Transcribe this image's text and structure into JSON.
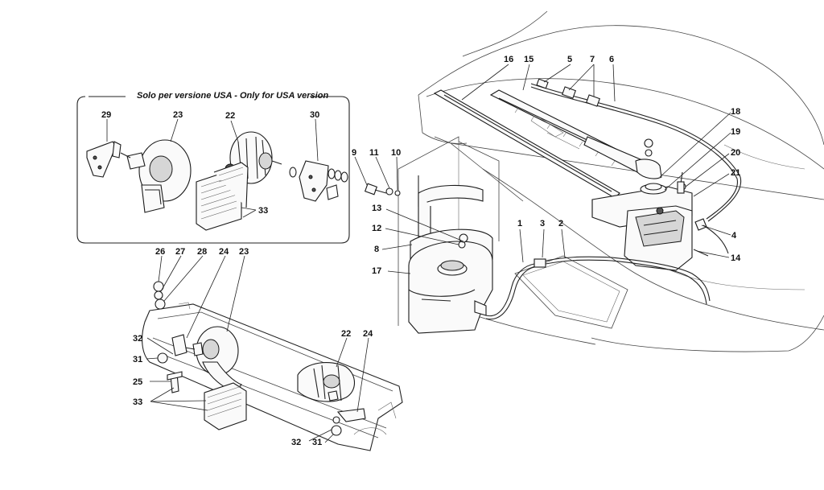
{
  "inset": {
    "caption": "Solo per versione USA - Only for USA version"
  },
  "labels": {
    "l1": "1",
    "l2": "2",
    "l3": "3",
    "l4": "4",
    "l5": "5",
    "l6": "6",
    "l7": "7",
    "l8": "8",
    "l9": "9",
    "l10": "10",
    "l11": "11",
    "l12": "12",
    "l13": "13",
    "l14": "14",
    "l15": "15",
    "l16": "16",
    "l17": "17",
    "l18": "18",
    "l19": "19",
    "l20": "20",
    "l21": "21",
    "l22a": "22",
    "l22b": "22",
    "l23a": "23",
    "l23b": "23",
    "l24a": "24",
    "l24b": "24",
    "l25": "25",
    "l26": "26",
    "l27": "27",
    "l28": "28",
    "l29": "29",
    "l30": "30",
    "l31a": "31",
    "l31b": "31",
    "l32a": "32",
    "l32b": "32",
    "l33a": "33",
    "l33b": "33"
  }
}
